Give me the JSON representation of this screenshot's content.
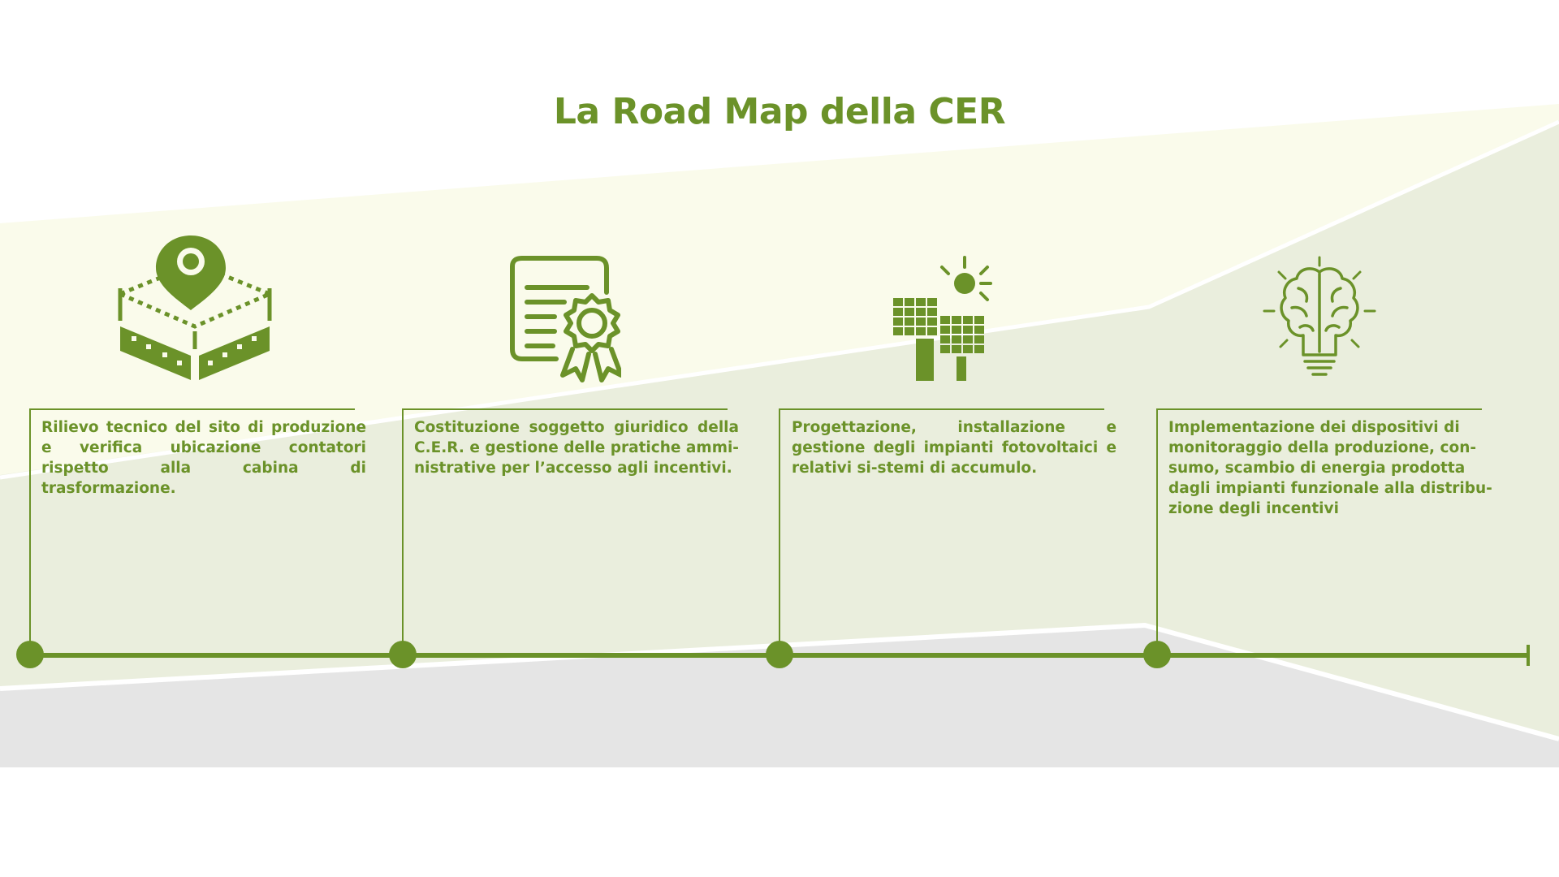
{
  "title": "La Road Map della CER",
  "colors": {
    "accent": "#6b9229",
    "band_light": "#fafbeb",
    "band_green": "#eaeedd",
    "band_grey": "#e5e5e5"
  },
  "steps": [
    {
      "icon": "map-pin-terrain-icon",
      "text": "Rilievo tecnico del sito di produzione e verifica ubicazione contatori rispetto alla cabina di trasformazione."
    },
    {
      "icon": "certificate-icon",
      "text": "Costituzione soggetto giuridico della C.E.R. e gestione delle pratiche ammi-nistrative per l’accesso agli incentivi."
    },
    {
      "icon": "solar-panel-icon",
      "text": "Progettazione, installazione e gestione degli impianti fotovoltaici e relativi si-stemi di accumulo."
    },
    {
      "icon": "brain-lightbulb-icon",
      "text": "Implementazione dei dispositivi di monitoraggio della produzione, con-sumo, scambio di energia prodotta dagli impianti funzionale alla distribu-zione degli incentivi"
    }
  ]
}
